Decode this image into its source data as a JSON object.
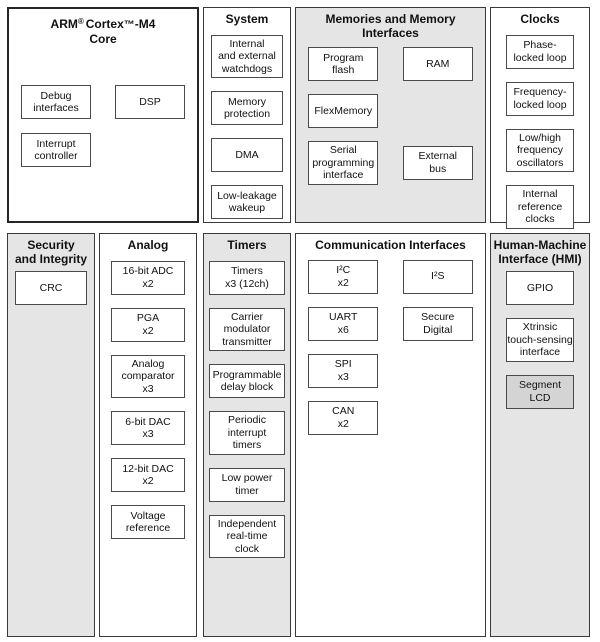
{
  "diagram_title": "ARM Cortex-M4 microcontroller block diagram",
  "colors": {
    "section_fill_gray": "#e5e5e5",
    "box_fill": "#ffffff",
    "shaded_box_fill": "#d4d4d4",
    "panel_border": "#3a3a3a",
    "box_border": "#4a4a4a",
    "text": "#111111"
  },
  "sections": {
    "arm_core": {
      "title_parts": [
        "ARM",
        "®",
        "Cortex",
        "™",
        "-M4"
      ],
      "title_line2": "Core",
      "boxes": {
        "debug": "Debug\ninterfaces",
        "dsp": "DSP",
        "interrupt": "Interrupt\ncontroller"
      }
    },
    "system": {
      "title": "System",
      "boxes": [
        "Internal\nand external\nwatchdogs",
        "Memory\nprotection",
        "DMA",
        "Low-leakage\nwakeup"
      ]
    },
    "memories": {
      "title": "Memories and Memory Interfaces",
      "left_boxes": [
        "Program\nflash",
        "FlexMemory",
        "Serial\nprogramming\ninterface"
      ],
      "right_boxes": [
        "RAM",
        "External\nbus"
      ]
    },
    "clocks": {
      "title": "Clocks",
      "boxes": [
        "Phase-\nlocked loop",
        "Frequency-\nlocked loop",
        "Low/high\nfrequency\noscillators",
        "Internal\nreference\nclocks"
      ]
    },
    "security": {
      "title": "Security\nand Integrity",
      "boxes": [
        "CRC"
      ]
    },
    "analog": {
      "title": "Analog",
      "boxes": [
        "16-bit ADC\nx2",
        "PGA\nx2",
        "Analog\ncomparator\nx3",
        "6-bit DAC\nx3",
        "12-bit DAC\nx2",
        "Voltage\nreference"
      ]
    },
    "timers": {
      "title": "Timers",
      "boxes": [
        "Timers\nx3 (12ch)",
        "Carrier\nmodulator\ntransmitter",
        "Programmable\ndelay block",
        "Periodic\ninterrupt\ntimers",
        "Low power\ntimer",
        "Independent\nreal-time\nclock"
      ]
    },
    "comm": {
      "title": "Communication Interfaces",
      "left_boxes": [
        "I²C\nx2",
        "UART\nx6",
        "SPI\nx3",
        "CAN\nx2"
      ],
      "right_boxes": [
        "I²S",
        "Secure\nDigital"
      ]
    },
    "hmi": {
      "title": "Human-Machine\nInterface (HMI)",
      "boxes": [
        "GPIO",
        "Xtrinsic\ntouch-sensing\ninterface",
        "Segment\nLCD"
      ]
    }
  }
}
